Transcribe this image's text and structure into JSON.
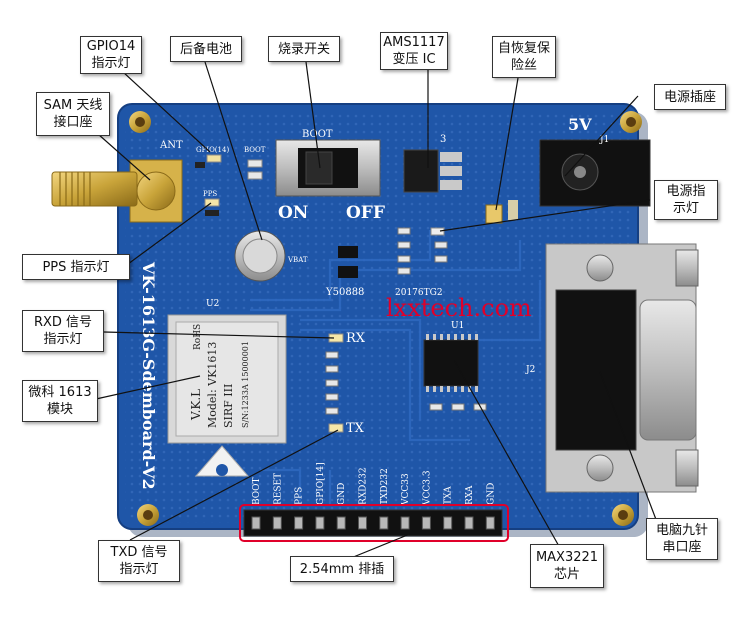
{
  "board": {
    "watermark": "lxxtech.com",
    "colors": {
      "pcb": "#1f56a8",
      "pcb_dark": "#153f82",
      "gold": "#c9a43a",
      "watermark": "#e0002a",
      "header_highlight": "#e0002a"
    },
    "silkscreen": {
      "board_name": "VK-1613G-Sdemboard-V2",
      "boot": "BOOT",
      "on": "ON",
      "off": "OFF",
      "five_v": "5V",
      "ant": "ANT",
      "rx": "RX",
      "tx": "TX",
      "u1": "U1",
      "u2": "U2",
      "j1": "J1",
      "j2": "J2",
      "u3": "3",
      "vbat": "VBAT",
      "batt_code": "Y50888",
      "date_code": "20176TG2",
      "gpio_label": "GPIO(14)",
      "pps_label": "PPS",
      "boot_small": "BOOT",
      "pins": [
        "BOOT",
        "RESET",
        "PPS",
        "GPIO[14]",
        "GND",
        "RXD232",
        "TXD232",
        "VCC33",
        "VCC3.3",
        "TXA",
        "RXA",
        "GND"
      ],
      "module": {
        "brand": "V.K.L",
        "model": "Model: VK1613",
        "rohs": "RoHS",
        "chip": "SIRF III",
        "serial": "S/N:1233A 15000001"
      }
    }
  },
  "callouts": {
    "gpio14_led": "GPIO14\n指示灯",
    "backup_battery": "后备电池",
    "burn_switch": "烧录开关",
    "ams1117": "AMS1117\n变压 IC",
    "fuse": "自恢复保\n险丝",
    "power_socket": "电源插座",
    "sma": "SAM 天线\n接口座",
    "power_led": "电源指\n示灯",
    "pps_led": "PPS 指示灯",
    "rxd_led": "RXD 信号\n指示灯",
    "module": "微科 1613\n模块",
    "txd_led": "TXD 信号\n指示灯",
    "header": "2.54mm 排插",
    "max3221": "MAX3221\n芯片",
    "db9": "电脑九针\n串口座"
  }
}
